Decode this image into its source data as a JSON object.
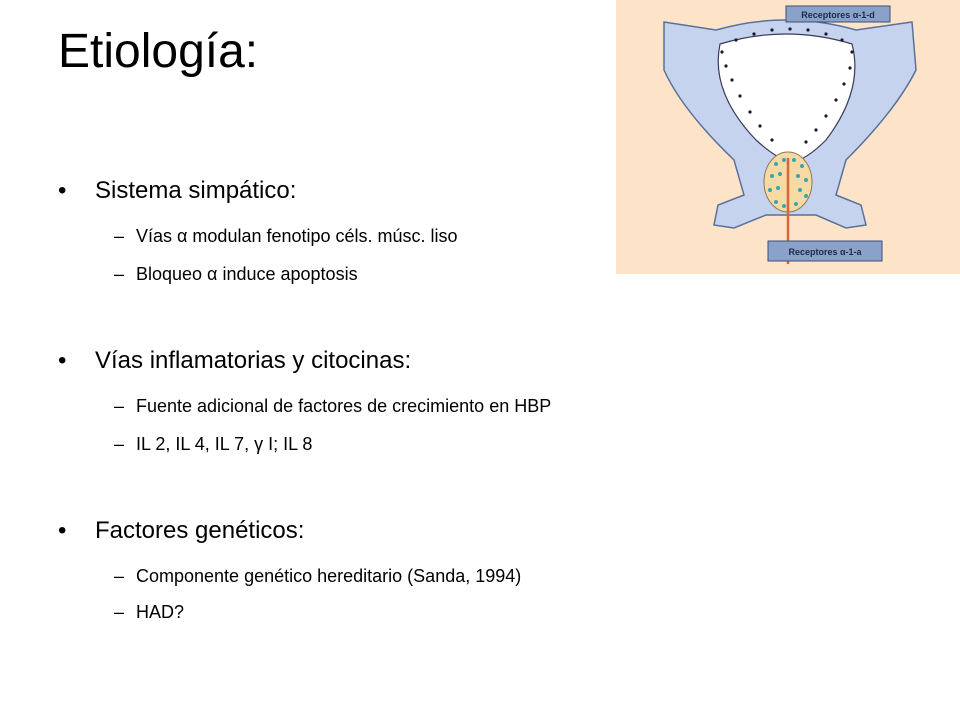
{
  "slide": {
    "title": "Etiología:",
    "bullet_char": "•",
    "dash_char": "–",
    "sections": [
      {
        "heading": "Sistema simpático:",
        "items": [
          "Vías α modulan fenotipo céls. músc. liso",
          "Bloqueo α induce apoptosis"
        ]
      },
      {
        "heading": "Vías inflamatorias y citocinas:",
        "items": [
          "Fuente adicional de factores de crecimiento en HBP",
          "IL 2, IL 4, IL 7,  γ I; IL 8"
        ]
      },
      {
        "heading": "Factores genéticos:",
        "items": [
          "Componente genético hereditario (Sanda, 1994)",
          "HAD?"
        ]
      }
    ]
  },
  "figure": {
    "label_top": "Receptores α-1-d",
    "label_bottom": "Receptores α-1-a",
    "colors": {
      "background": "#fde4c8",
      "tissue": "#c5d3ee",
      "tissue_outline": "#5a6f9a",
      "label_box": "#8aa2c9",
      "receptor_dots": "#1a1a2e",
      "prostate_dots": "#3aa6b0",
      "prostate_fill": "#f6d9a3",
      "urethra": "#d9663a"
    }
  }
}
